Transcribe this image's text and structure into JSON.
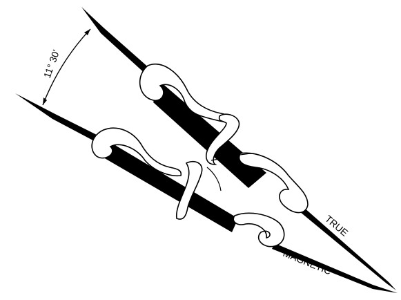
{
  "diagram": {
    "angle_label": "11° 30'",
    "true_label": "TRUE",
    "magnetic_label": "MAGNETIC"
  },
  "colors": {
    "ink": "#000000",
    "paper": "#ffffff"
  }
}
